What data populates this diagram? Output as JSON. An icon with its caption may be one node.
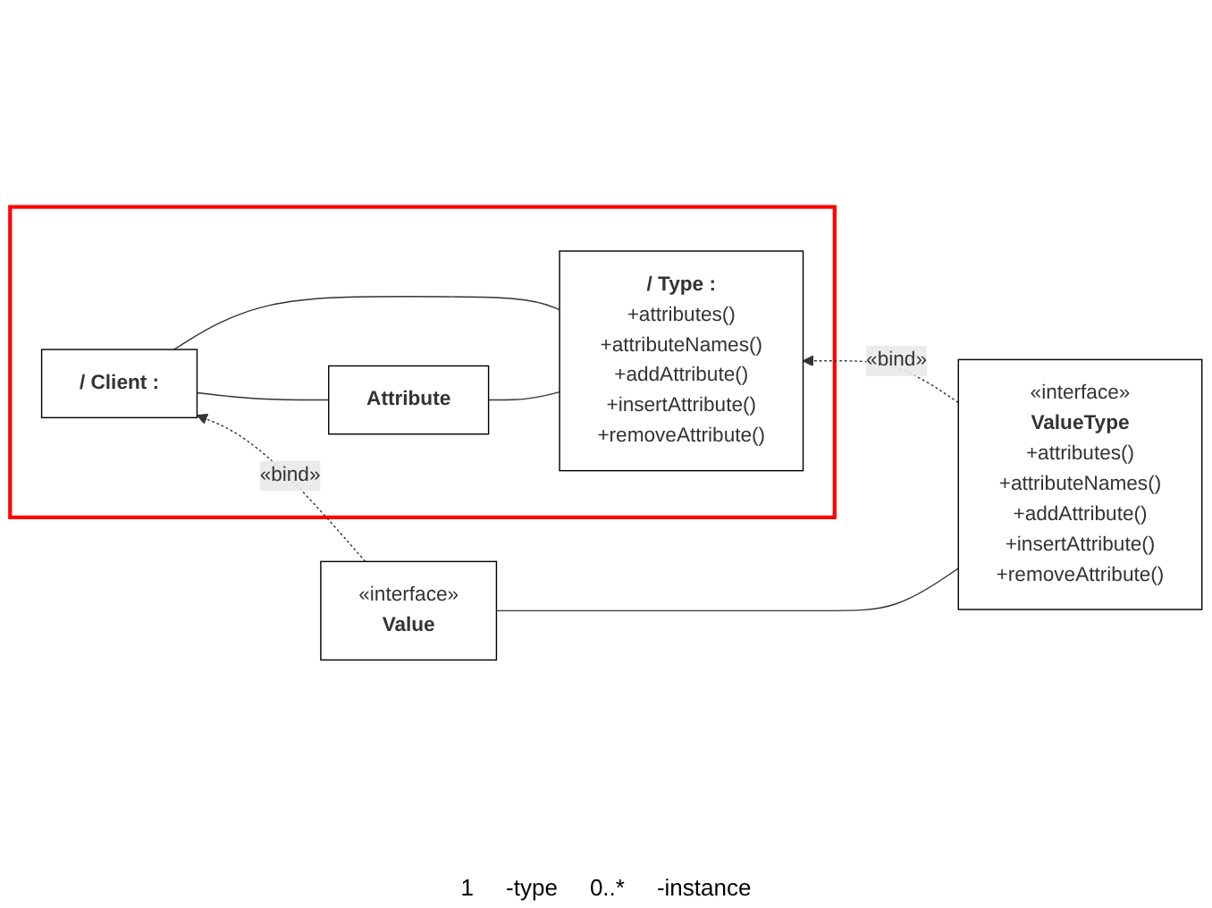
{
  "diagram": {
    "nodes": [
      {
        "text": [],
        "shape": "box"
      },
      {
        "text": [
          "/ Type :",
          "+attributes()",
          "+attributeNames()",
          "+addAttribute()",
          "+insertAttribute()",
          "+removeAttribute()"
        ],
        "in": 0
      },
      {
        "text": [
          "Attribute"
        ],
        "in": 0
      },
      {
        "text": [
          "/ Client :"
        ],
        "in": 0
      },
      {
        "text": [
          "«interface»",
          "ValueType",
          "+attributes()",
          "+attributeNames()",
          "+addAttribute()",
          "+insertAttribute()",
          "+removeAttribute()"
        ]
      },
      {
        "text": [
          "«interface»",
          "Value"
        ]
      }
    ],
    "edges": [
      {
        "from": 1,
        "to": 2,
        "arrow": "none"
      },
      {
        "from": 1,
        "to": 3,
        "arrow": "none"
      },
      {
        "from": 2,
        "to": 3,
        "arrow": "none"
      },
      {
        "from": 4,
        "to": 1,
        "arrow": "to",
        "label": "«bind»",
        "style": "dashed"
      },
      {
        "from": 4,
        "to": 5,
        "arrow": "none"
      },
      {
        "from": 5,
        "to": 3,
        "arrow": "to",
        "label": "«bind»",
        "style": "dashed"
      }
    ],
    "labels": [
      "1",
      "-type",
      "0..*",
      "-instance"
    ]
  }
}
